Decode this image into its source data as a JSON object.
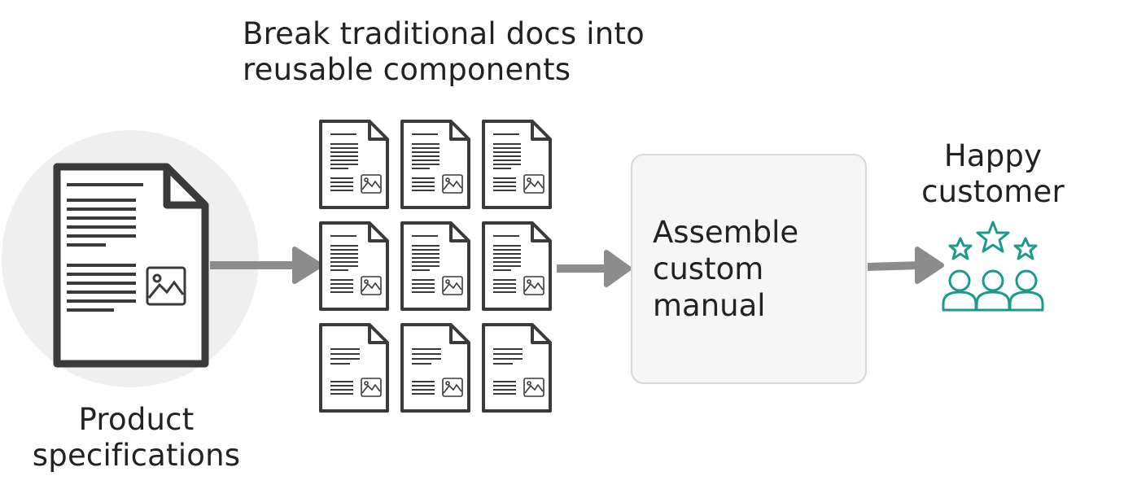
{
  "title": {
    "line1": "Break traditional docs into",
    "line2": "reusable components"
  },
  "source": {
    "line1": "Product",
    "line2": "specifications"
  },
  "process": {
    "line1": "Assemble",
    "line2": "custom",
    "line3": "manual"
  },
  "result": {
    "line1": "Happy",
    "line2": "customer"
  },
  "colors": {
    "doc_stroke": "#3a3a3a",
    "arrow": "#8c8c8c",
    "circle": "#efefef",
    "box_fill": "#f6f6f6",
    "box_border": "#d9d9d9",
    "customer_icon": "#1a9a8c"
  },
  "icons": [
    "document-icon",
    "image-icon",
    "component-icon",
    "arrow-icon",
    "stars-icon",
    "people-icon"
  ]
}
